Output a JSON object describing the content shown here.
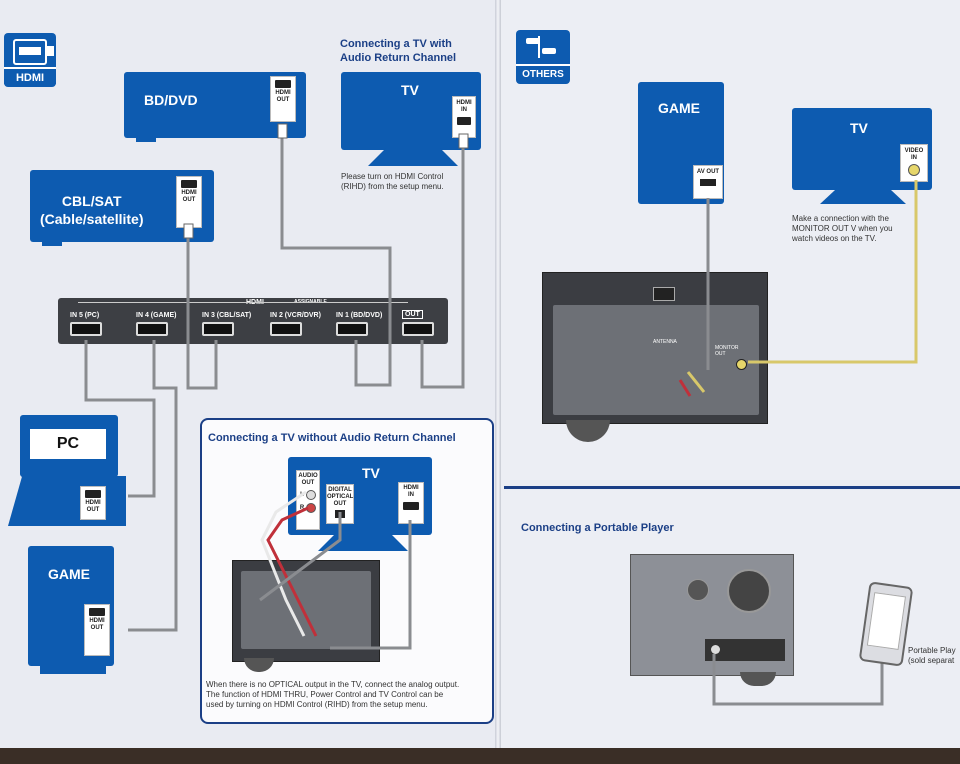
{
  "left_page": {
    "badge": {
      "label": "HDMI",
      "icon": "hdmi-plug-icon"
    },
    "bd_dvd": {
      "name": "BD/DVD",
      "port": "HDMI\nOUT"
    },
    "tv_arc": {
      "heading_line1": "Connecting a TV with",
      "heading_line2": "Audio Return Channel",
      "name": "TV",
      "port": "HDMI\nIN",
      "note_line1": "Please turn on HDMI Control",
      "note_line2": "(RIHD) from the setup menu."
    },
    "cbl_sat": {
      "name_line1": "CBL/SAT",
      "name_line2": "(Cable/satellite)",
      "port": "HDMI\nOUT"
    },
    "hdmi_panel": {
      "title": "HDMI",
      "assignable": "ASSIGNABLE",
      "inputs": [
        "IN 5   (PC)",
        "IN 4   (GAME)",
        "IN 3   (CBL/SAT)",
        "IN 2   (VCR/DVR)",
        "IN 1   (BD/DVD)"
      ],
      "out_label": "OUT"
    },
    "pc": {
      "name": "PC",
      "port": "HDMI\nOUT"
    },
    "game": {
      "name": "GAME",
      "port": "HDMI\nOUT"
    },
    "no_arc_box": {
      "heading": "Connecting a TV without Audio Return Channel",
      "tv_name": "TV",
      "audio_out": "AUDIO\nOUT",
      "l": "L",
      "r": "R",
      "optical_out": "DIGITAL\nOPTICAL\nOUT",
      "hdmi_in": "HDMI\nIN",
      "caption_line1": "When there is no OPTICAL output in the TV, connect the analog output.",
      "caption_line2": "The function of HDMI THRU, Power Control and TV Control can be",
      "caption_line3": "used by turning on HDMI Control (RIHD) from the setup menu."
    }
  },
  "right_page": {
    "badge": {
      "label": "OTHERS",
      "icon": "rca-plug-icon"
    },
    "game": {
      "name": "GAME",
      "port": "AV OUT"
    },
    "tv": {
      "name": "TV",
      "port": "VIDEO\nIN",
      "note_line1": "Make a connection with the",
      "note_line2": "MONITOR OUT V when you",
      "note_line3": "watch videos on the TV."
    },
    "receiver_labels": {
      "antenna": "ANTENNA",
      "monitor": "MONITOR\nOUT"
    },
    "portable": {
      "heading": "Connecting a Portable Player",
      "name_line1": "Portable Play",
      "name_line2": "(sold separat"
    }
  },
  "colors": {
    "brand_blue": "#0d5bb0",
    "heading_blue": "#1b3f86",
    "paper": "#e9ebf2",
    "panel_dark": "#3d3f44",
    "video_cable": "#d8c86a"
  }
}
